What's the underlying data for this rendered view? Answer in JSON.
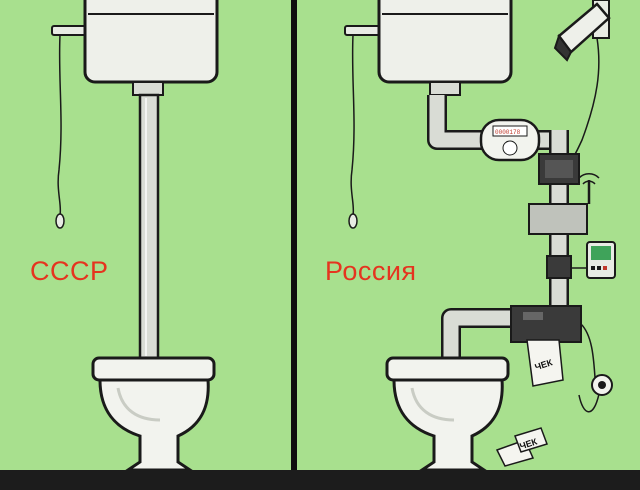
{
  "panels": {
    "left": {
      "caption": "СССР"
    },
    "right": {
      "caption": "Россия",
      "meter_digits": "0000178",
      "receipt_label": "ЧЕК",
      "dropped_receipt_label": "ЧЕК"
    }
  },
  "colors": {
    "background": "#a8e08e",
    "caption": "#e5341f",
    "pipe": "#d9dcd5",
    "outline": "#1a1a1a"
  }
}
